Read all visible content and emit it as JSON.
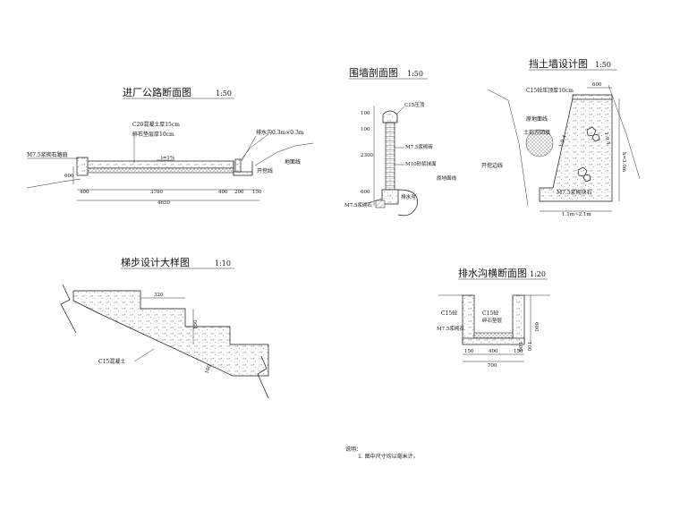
{
  "road_section": {
    "title": "进厂公路断面图",
    "scale": "1:50",
    "label_concrete": "C20混凝土厚15cm",
    "label_gravel": "碎石垫层厚10cm",
    "label_curb": "M7.5浆砌石路肩",
    "label_ditch": "排水沟0.3m×0.3m",
    "label_ground": "地面线",
    "label_excavation": "开挖线",
    "slope": "i=1%",
    "dim_height": "600",
    "dim_left": "400",
    "dim_mid": "3700",
    "dim_right1": "400",
    "dim_right2": "200",
    "dim_right3": "150",
    "dim_total": "4650"
  },
  "wall_section": {
    "title": "围墙剖面图",
    "scale": "1:50",
    "label_cap": "C15压顶",
    "label_brick": "M7.5浆砌砖",
    "label_mortar": "M10砂浆抹面",
    "label_found": "M7.5浆砌石",
    "label_ground": "原地面线",
    "label_ditch": "排水沟",
    "dim_100a": "100",
    "dim_100b": "100",
    "dim_2300": "2300",
    "dim_600": "600"
  },
  "retaining_wall": {
    "title": "挡土墙设计图",
    "scale": "1:50",
    "label_cap": "C15砼压顶厚10cm",
    "label_ground": "原地面线",
    "label_fill": "土石方回填",
    "label_excavation": "开挖边线",
    "label_wall": "M7.5浆砌块石",
    "ratio_left": "1:0.4",
    "ratio_right": "1:0.4",
    "dim_top": "600",
    "dim_height": "h=3.0m",
    "dim_base": "1.1m~2.1m"
  },
  "stair_detail": {
    "title": "梯步设计大样图",
    "scale": "1:10",
    "label_concrete": "C15混凝土",
    "dim_tread": "320",
    "dim_riser": "150",
    "dim_thick": "100"
  },
  "ditch_section": {
    "title": "排水沟横断面图",
    "scale": "1:20",
    "label_c15_left": "C15砼",
    "label_c15_base": "C15砼",
    "label_gravel": "碎石垫层",
    "label_stone": "M7.5浆砌石",
    "dim_600": "600",
    "dim_100a": "100",
    "dim_100b": "100",
    "dim_150a": "150",
    "dim_400": "400",
    "dim_150b": "150",
    "dim_700": "700"
  },
  "notes": {
    "heading": "说明：",
    "line1": "1. 图中尺寸均以毫米计。"
  }
}
